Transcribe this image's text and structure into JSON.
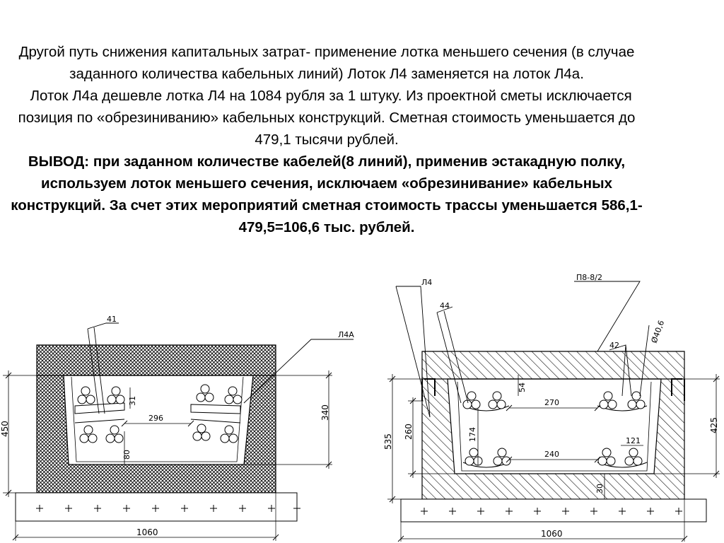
{
  "text": {
    "para1": "Другой путь снижения капитальных затрат- применение лотка меньшего сечения (в случае заданного количества кабельных линий) Лоток Л4 заменяется на лоток Л4а.",
    "para2": "Лоток Л4а дешевле лотка Л4 на 1084 рубля за 1 штуку. Из проектной сметы исключается позиция по «обрезиниванию» кабельных конструкций. Сметная стоимость уменьшается до 479,1 тысячи рублей.",
    "conclusion": "ВЫВОД: при заданном количестве кабелей(8 линий), применив эстакадную полку, используем лоток меньшего сечения, исключаем «обрезинивание» кабельных конструкций. За счет этих мероприятий сметная стоимость трассы уменьшается 586,1-479,5=106,6 тыс. рублей."
  },
  "left_drawing": {
    "tag": "Л4А",
    "dims": {
      "d41": "41",
      "d31": "31",
      "d296": "296",
      "d80": "80",
      "d450": "450",
      "d340": "340",
      "d1060": "1060"
    }
  },
  "right_drawing": {
    "tag_l4": "Л4",
    "tag_p8": "П8-8/2",
    "dims": {
      "d44": "44",
      "d42": "42",
      "d40_6": "Ø40,6",
      "d54": "54",
      "d270": "270",
      "d174": "174",
      "d121": "121",
      "d240": "240",
      "d30": "30",
      "d535": "535",
      "d260": "260",
      "d425": "425",
      "d1060": "1060"
    }
  }
}
